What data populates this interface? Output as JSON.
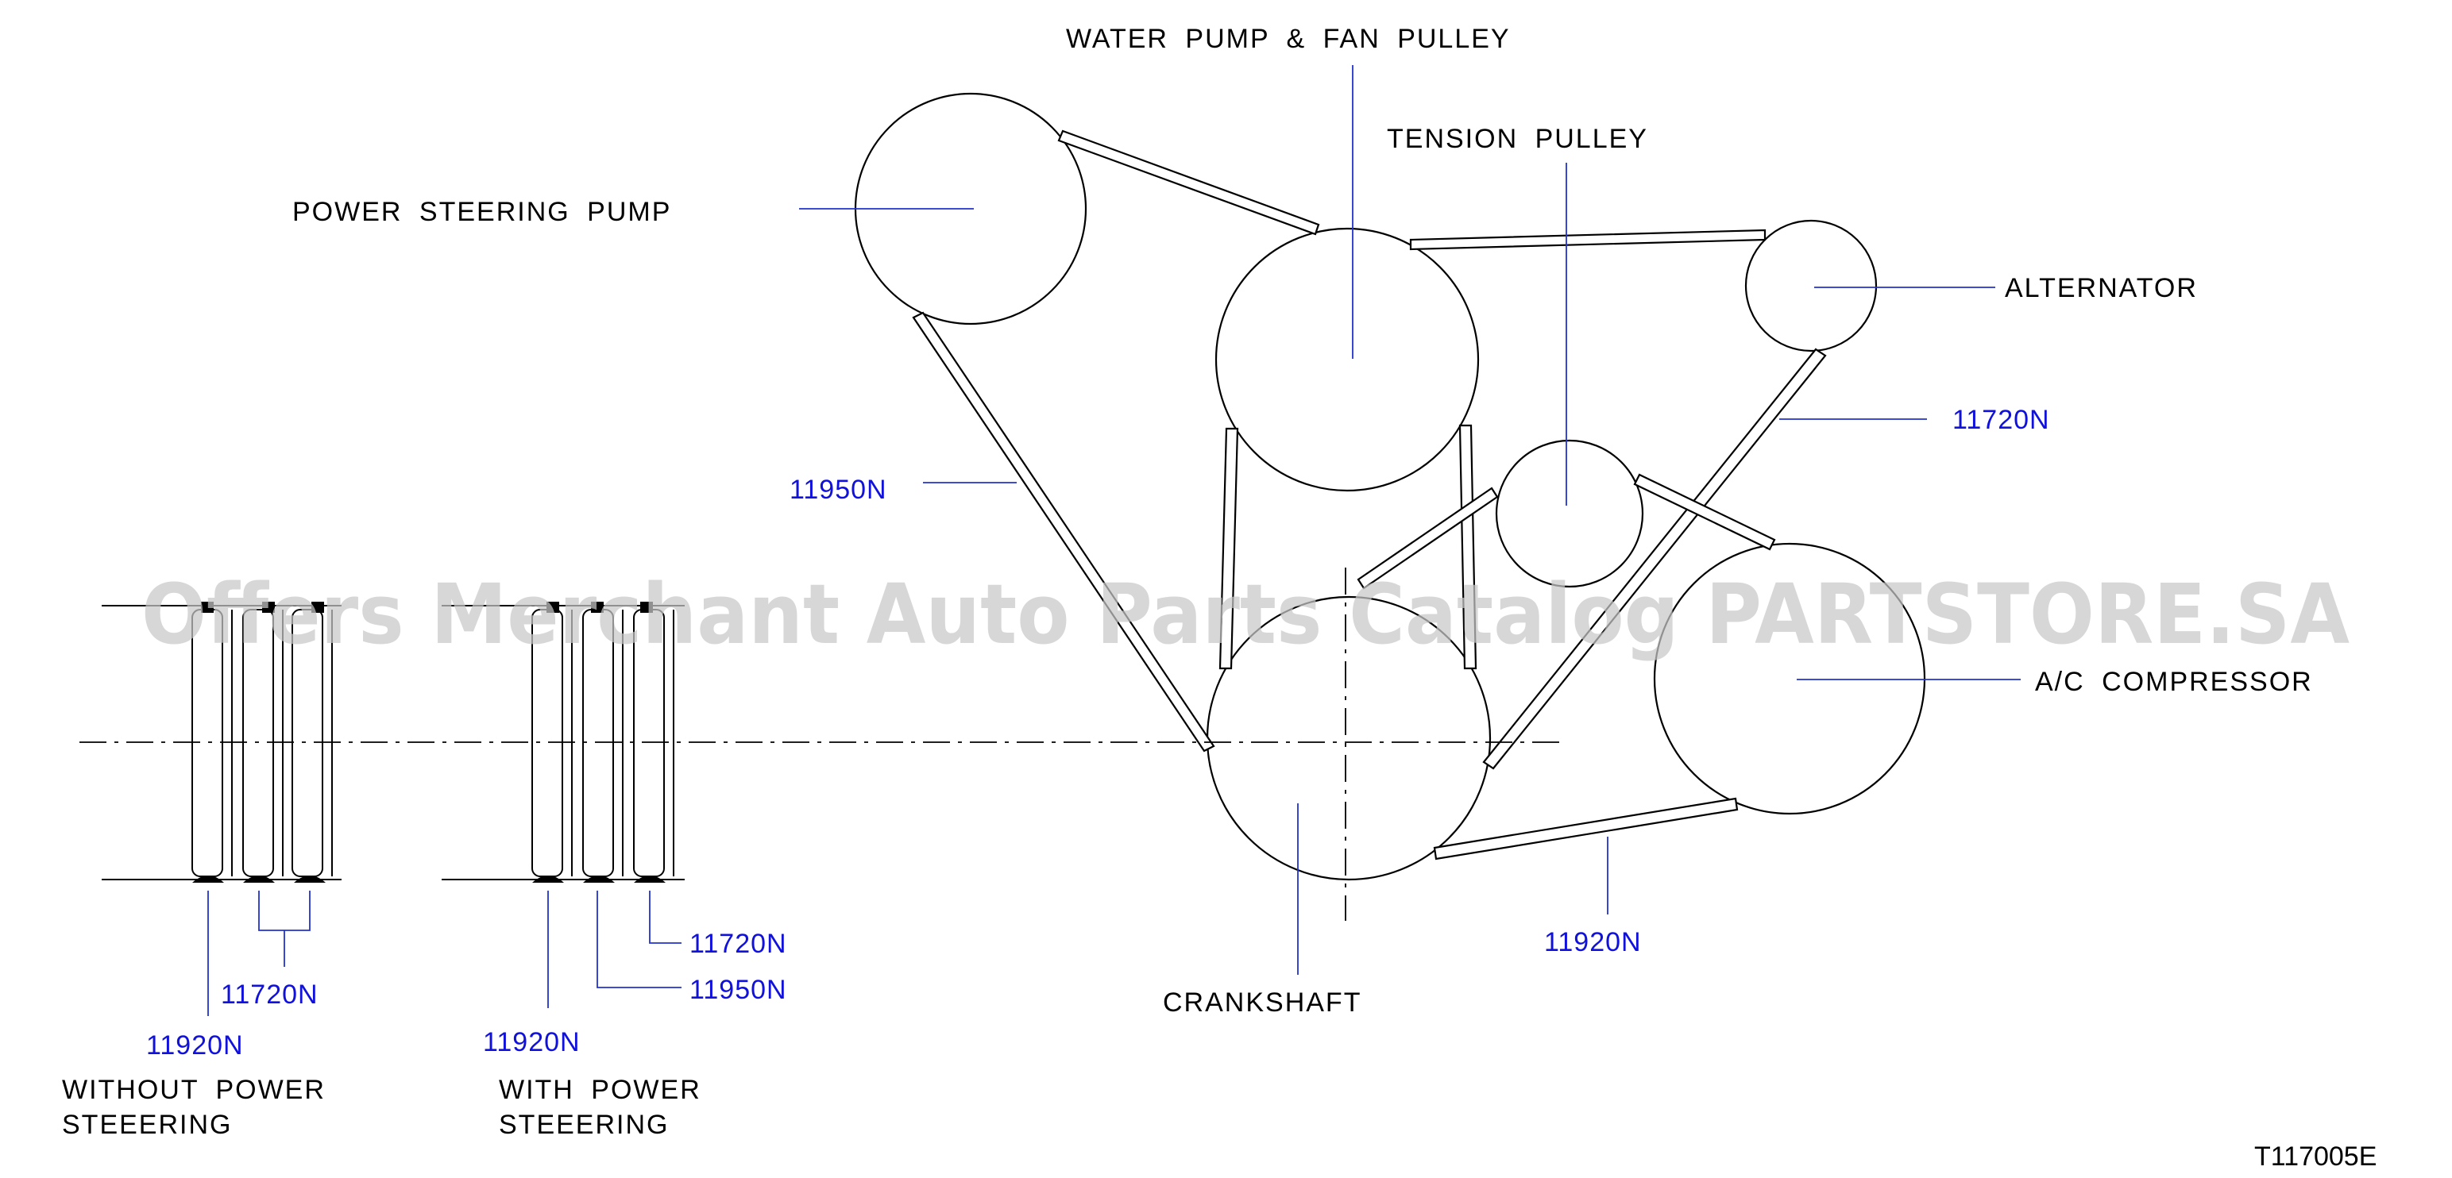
{
  "labels": {
    "water_pump": "WATER  PUMP  &  FAN  PULLEY",
    "tension_pulley": "TENSION  PULLEY",
    "power_steering_pump": "POWER  STEERING  PUMP",
    "alternator": "ALTERNATOR",
    "ac_compressor": "A/C  COMPRESSOR",
    "crankshaft": "CRANKSHAFT",
    "without_ps_line1": "WITHOUT  POWER",
    "without_ps_line2": "STEEERING",
    "with_ps_line1": "WITH  POWER",
    "with_ps_line2": "STEEERING"
  },
  "part_numbers": {
    "ps_belt": "11950N",
    "alt_belt": "11720N",
    "ac_belt": "11920N",
    "without_ps_bottom": "11920N",
    "without_ps_pair": "11720N",
    "with_ps_bottom": "11920N",
    "with_ps_mid": "11950N",
    "with_ps_top": "11720N"
  },
  "figure_code": "T117005E",
  "watermark": "Offers Merchant Auto Parts Catalog PARTSTORE.SA",
  "colors": {
    "part_number": "#1111dd",
    "leader": "#2233cc",
    "line": "#000000"
  }
}
